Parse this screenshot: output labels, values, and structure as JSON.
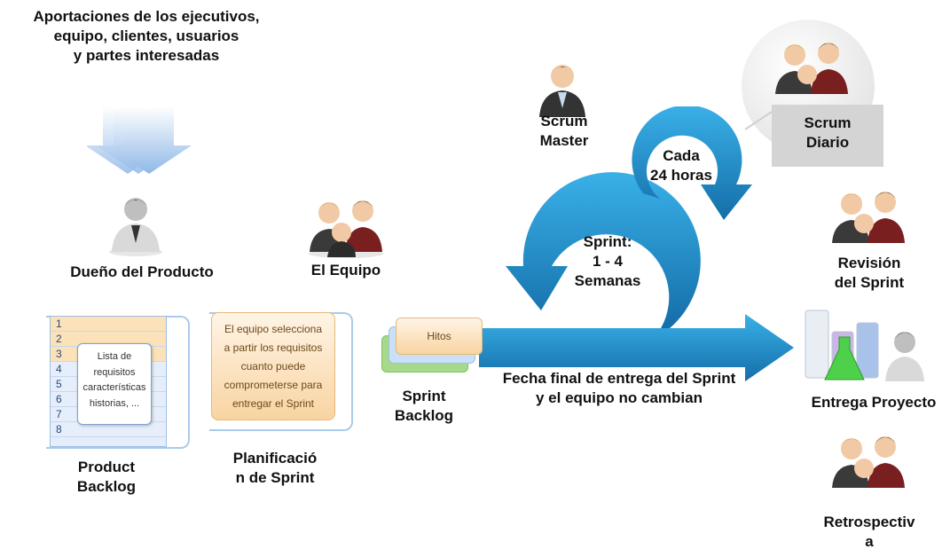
{
  "stakeholders": {
    "line1": "Aportaciones de los ejecutivos,",
    "line2": "equipo, clientes, usuarios",
    "line3": "y partes interesadas"
  },
  "roles": {
    "product_owner": "Dueño del Producto",
    "team": "El Equipo",
    "scrum_master_1": "Scrum",
    "scrum_master_2": "Master"
  },
  "product_backlog": {
    "rows": [
      "1",
      "2",
      "3",
      "4",
      "5",
      "6",
      "7",
      "8"
    ],
    "popup_lines": [
      "Lista de",
      "requisitos",
      "características",
      "historias, ..."
    ],
    "label_1": "Product",
    "label_2": "Backlog"
  },
  "sprint_planning": {
    "note_lines": [
      "El equipo selecciona",
      "a partir los requisitos",
      "cuanto puede",
      "comprometerse para",
      "entregar el Sprint"
    ],
    "label_1": "Planificació",
    "label_2": "n de Sprint"
  },
  "sprint_backlog": {
    "hitos": "Hitos",
    "label_1": "Sprint",
    "label_2": "Backlog"
  },
  "cycle": {
    "daily_1": "Cada",
    "daily_2": "24 horas",
    "sprint_1": "Sprint:",
    "sprint_2": "1 - 4",
    "sprint_3": "Semanas"
  },
  "daily_scrum": {
    "line1": "Scrum",
    "line2": "Diario"
  },
  "fixed_date": {
    "line1": "Fecha final de entrega del Sprint",
    "line2": "y el equipo no cambian"
  },
  "outputs": {
    "review_1": "Revisión",
    "review_2": "del Sprint",
    "delivery": "Entrega Proyecto",
    "retro_1": "Retrospectiv",
    "retro_2": "a"
  },
  "colors": {
    "arrow_blue": "#1f8fcf",
    "note_orange": "#f9d4a2",
    "backlog_blue": "#a9cbea"
  }
}
